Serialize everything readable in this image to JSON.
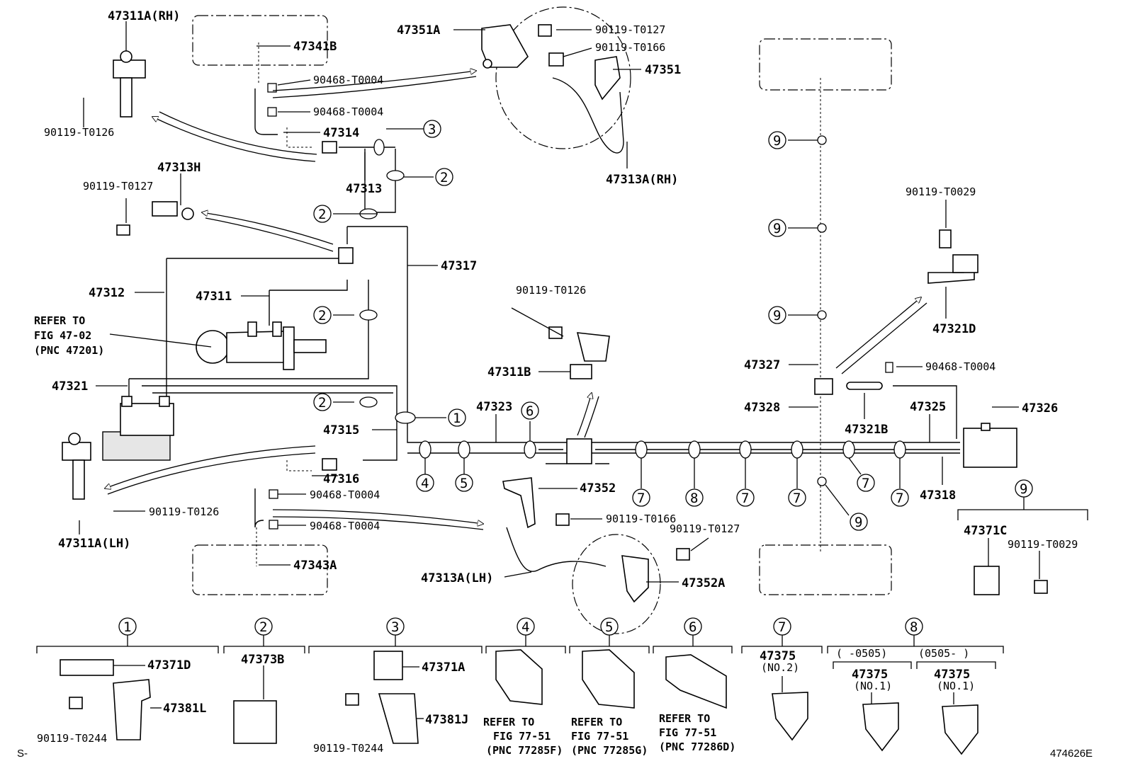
{
  "labels": {
    "p47311A_RH": "47311A(RH)",
    "p47341B": "47341B",
    "p90468_T0004_a": "90468-T0004",
    "p90468_T0004_b": "90468-T0004",
    "p47314": "47314",
    "p90119_T0126_a": "90119-T0126",
    "p47313H": "47313H",
    "p90119_T0127_a": "90119-T0127",
    "p47313": "47313",
    "p47351A": "47351A",
    "p90119_T0127_b": "90119-T0127",
    "p90119_T0166_a": "90119-T0166",
    "p47351": "47351",
    "p47313A_RH": "47313A(RH)",
    "p47317": "47317",
    "p47312": "47312",
    "p47311": "47311",
    "ref_a1": "REFER TO",
    "ref_a2": "FIG 47-02",
    "ref_a3": "(PNC 47201)",
    "p47321": "47321",
    "p47315": "47315",
    "p47323": "47323",
    "p90119_T0126_b": "90119-T0126",
    "p47311B": "47311B",
    "p47316": "47316",
    "p90468_T0004_c": "90468-T0004",
    "p90468_T0004_d": "90468-T0004",
    "p90119_T0126_c": "90119-T0126",
    "p47311A_LH": "47311A(LH)",
    "p47343A": "47343A",
    "p47352": "47352",
    "p90119_T0166_b": "90119-T0166",
    "p90119_T0127_c": "90119-T0127",
    "p47313A_LH": "47313A(LH)",
    "p47352A": "47352A",
    "p90119_T0029_a": "90119-T0029",
    "p47321D": "47321D",
    "p47327": "47327",
    "p90468_T0004_e": "90468-T0004",
    "p47328": "47328",
    "p47321B": "47321B",
    "p47325": "47325",
    "p47326": "47326",
    "p47318": "47318",
    "p47371C": "47371C",
    "p90119_T0029_b": "90119-T0029"
  },
  "callouts": {
    "c1": "1",
    "c2": "2",
    "c3": "3",
    "c4": "4",
    "c5": "5",
    "c6": "6",
    "c7": "7",
    "c8": "8",
    "c9": "9"
  },
  "legend": {
    "g1": {
      "num": "1",
      "a": "47371D",
      "b": "47381L",
      "c": "90119-T0244"
    },
    "g2": {
      "num": "2",
      "a": "47373B"
    },
    "g3": {
      "num": "3",
      "a": "47371A",
      "b": "47381J",
      "c": "90119-T0244"
    },
    "g4": {
      "num": "4",
      "r1": "REFER TO",
      "r2": "FIG 77-51",
      "r3": "(PNC 77285F)"
    },
    "g5": {
      "num": "5",
      "r1": "REFER TO",
      "r2": "FIG 77-51",
      "r3": "(PNC 77285G)"
    },
    "g6": {
      "num": "6",
      "r1": "REFER TO",
      "r2": "FIG 77-51",
      "r3": "(PNC 77286D)"
    },
    "g7": {
      "num": "7",
      "a": "47375",
      "b": "(NO.2)"
    },
    "g8": {
      "num": "8",
      "range_left": "(     -0505)",
      "range_right": "(0505-     )",
      "a": "47375",
      "b": "(NO.1)",
      "c": "47375",
      "d": "(NO.1)"
    },
    "g9": {
      "num": "9"
    }
  },
  "footer": {
    "left": "S-",
    "right": "474626E"
  }
}
